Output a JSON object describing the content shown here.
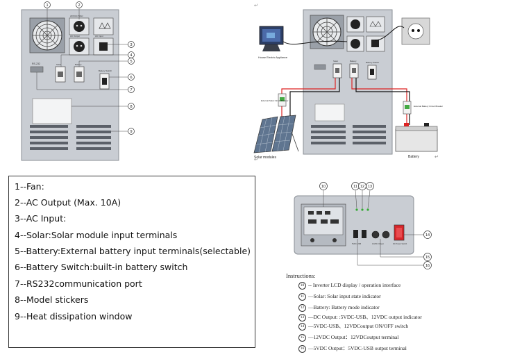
{
  "marks": {
    "return_arrow": "↵"
  },
  "front_panel": {
    "callouts": [
      "1",
      "2",
      "3",
      "4",
      "5",
      "6",
      "7",
      "8",
      "9"
    ],
    "socket_labels": [
      "220VAC 50Hz",
      "AC Output",
      "AC Input"
    ],
    "breaker_labels": [
      "Solar",
      "Battery",
      "Battery Switch"
    ],
    "port_label": "RS-232"
  },
  "wiring": {
    "house_label": "House Electric Appliance",
    "solar_breaker_label": "External Solar Circuit Breaker",
    "battery_breaker_label": "External Battery Circuit Breaker",
    "solar_modules_label": "Solar modules",
    "battery_label": "Battery",
    "terminal_labels": [
      "Solar",
      "Battery",
      "Battery Switch"
    ]
  },
  "legend": {
    "items": [
      "1--Fan:",
      "2--AC Output (Max. 10A)",
      "3--AC Input:",
      "4--Solar:Solar module input terminals",
      "5--Battery:External battery input terminals(selectable)",
      "6--Battery Switch:built-in battery switch",
      "7--RS232communication port",
      "8--Model stickers",
      "9--Heat dissipation window"
    ]
  },
  "side_panel": {
    "callouts": [
      "10",
      "11",
      "12",
      "13",
      "14",
      "15",
      "16"
    ],
    "port_labels": [
      "5VDC-USB",
      "12VDC Output",
      "DC Power Switch"
    ],
    "switch_label": "DC Power Switch"
  },
  "instructions": {
    "title": "Instructions:",
    "items": [
      {
        "num": "10",
        "text": "-- Inverter LCD display / operation interface"
      },
      {
        "num": "11",
        "text": "—Solar: Solar input state indicator"
      },
      {
        "num": "12",
        "text": "—Battery: Battery mode indicator"
      },
      {
        "num": "13",
        "text": "—DC Output: :5VDC-USB、12VDC output indicator"
      },
      {
        "num": "14",
        "text": "—5VDC-USB、12VDCoutput ON/OFF switch"
      },
      {
        "num": "15",
        "text": "—12VDC Output：12VDCoutput terminal"
      },
      {
        "num": "16",
        "text": "—5VDC Output：5VDC-USB output terminal"
      }
    ]
  }
}
